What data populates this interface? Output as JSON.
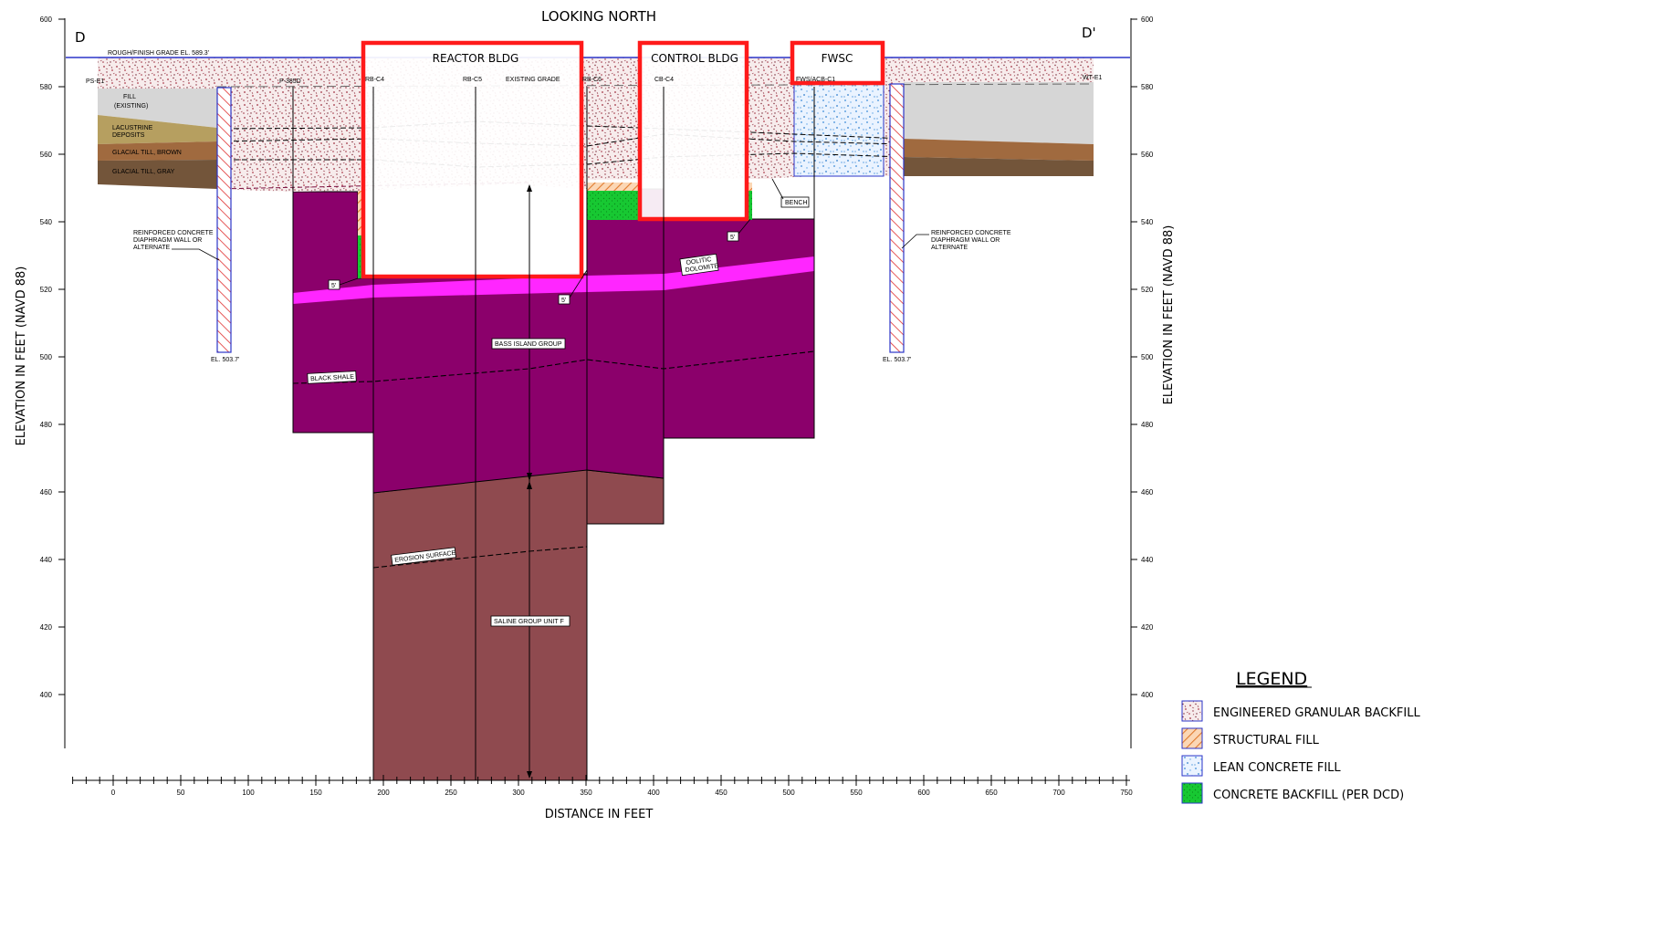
{
  "title": "LOOKING NORTH",
  "section_left": "D",
  "section_right": "D'",
  "grade_label": "ROUGH/FINISH GRADE EL. 589.3'",
  "existing_grade_label": "EXISTING GRADE",
  "buildings": {
    "reactor": "REACTOR BLDG",
    "control": "CONTROL BLDG",
    "fwsc": "FWSC"
  },
  "borings": [
    "PS-E1",
    "P-385D",
    "RB-C4",
    "RB-C5",
    "RB-C6",
    "CB-C4",
    "FWS/ACB-C1",
    "WT-E1"
  ],
  "strata": {
    "fill": "FILL\n(EXISTING)",
    "lacustrine": "LACUSTRINE\nDEPOSITS",
    "till_brown": "GLACIAL TILL, BROWN",
    "till_gray": "GLACIAL TILL, GRAY",
    "oolitic": "OOLITIC\nDOLOMITE",
    "bass_island": "BASS ISLAND GROUP",
    "black_shale": "BLACK SHALE",
    "erosion": "EROSION SURFACE",
    "saline": "SALINE GROUP UNIT F",
    "bench": "BENCH"
  },
  "wall_label": "REINFORCED CONCRETE\nDIAPHRAGM WALL OR\nALTERNATE",
  "wall_elevation": "EL. 503.7'",
  "five_ft_label": "5'",
  "axes": {
    "y_label": "ELEVATION IN FEET (NAVD 88)",
    "x_label": "DISTANCE IN FEET",
    "y_ticks": [
      600,
      580,
      560,
      540,
      520,
      500,
      480,
      460,
      440,
      420,
      400
    ],
    "x_ticks": [
      0,
      50,
      100,
      150,
      200,
      250,
      300,
      350,
      400,
      450,
      500,
      550,
      600,
      650,
      700,
      750
    ]
  },
  "legend": {
    "title": "LEGEND",
    "items": [
      "ENGINEERED GRANULAR BACKFILL",
      "STRUCTURAL FILL",
      "LEAN CONCRETE FILL",
      "CONCRETE BACKFILL (PER DCD)"
    ]
  },
  "colors": {
    "bedrock": "#8b006b",
    "oolitic": "#ff26ff",
    "saline": "#8f4a4f",
    "building": "#ff1a1a",
    "grade_line": "#2b35c8",
    "concrete_backfill": "#17c832",
    "structural_fill": "#f0a062",
    "fill_existing": "#d6d6d6",
    "lacustrine": "#b69f60",
    "till_brown": "#a06a3f",
    "till_gray": "#73553a"
  }
}
